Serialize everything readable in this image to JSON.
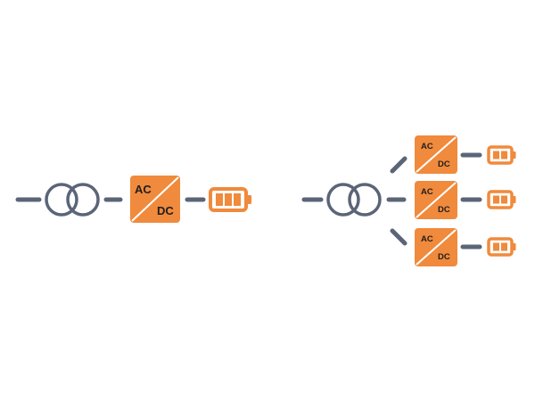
{
  "colors": {
    "line": "#5b6577",
    "converter": "#f08a3c",
    "converter_text": "#1e1e1e",
    "battery": "#f08a3c",
    "background": "#ffffff"
  },
  "left_system": {
    "transformer_icon": "transformer-icon",
    "converter": {
      "top_label": "AC",
      "bottom_label": "DC"
    },
    "battery_icon": "battery-icon",
    "battery_cells": 3
  },
  "right_system": {
    "transformer_icon": "transformer-icon",
    "branches": [
      {
        "converter": {
          "top_label": "AC",
          "bottom_label": "DC"
        },
        "battery_cells": 2
      },
      {
        "converter": {
          "top_label": "AC",
          "bottom_label": "DC"
        },
        "battery_cells": 2
      },
      {
        "converter": {
          "top_label": "AC",
          "bottom_label": "DC"
        },
        "battery_cells": 2
      }
    ]
  }
}
